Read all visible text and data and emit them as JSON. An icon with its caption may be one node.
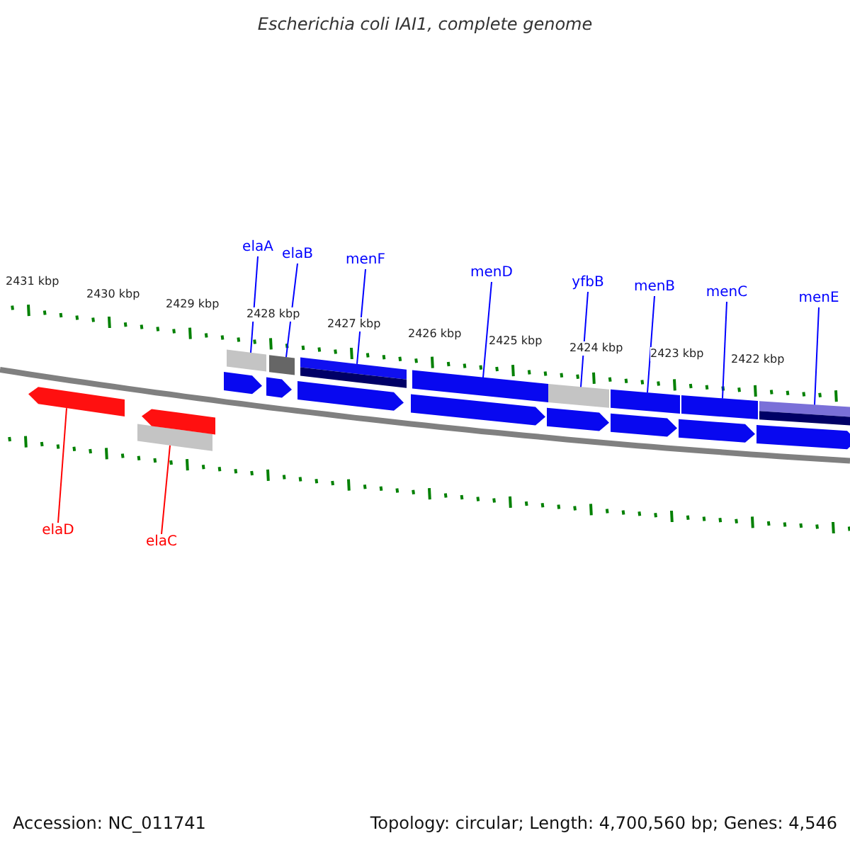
{
  "diagram": {
    "title": "Escherichia coli IAI1, complete genome",
    "nodes": [
      {
        "text": [
          "elaA"
        ]
      },
      {
        "text": [
          "elaB"
        ]
      },
      {
        "text": [
          "menF"
        ]
      },
      {
        "text": [
          "menD"
        ]
      },
      {
        "text": [
          "yfbB"
        ]
      },
      {
        "text": [
          "menB"
        ]
      },
      {
        "text": [
          "menC"
        ]
      },
      {
        "text": [
          "menE"
        ]
      },
      {
        "text": [
          "elaD"
        ]
      },
      {
        "text": [
          "elaC"
        ]
      },
      {
        "text": [],
        "shape": "arrow"
      },
      {
        "text": [],
        "shape": "bar"
      },
      {
        "text": [],
        "shape": "bar"
      },
      {
        "text": [],
        "shape": "bar"
      },
      {
        "text": [],
        "shape": "bar"
      },
      {
        "text": [],
        "shape": "bar"
      },
      {
        "text": [],
        "shape": "bar"
      },
      {
        "text": [],
        "shape": "bar"
      },
      {
        "text": [],
        "shape": "bar"
      },
      {
        "text": [],
        "shape": "bar"
      },
      {
        "text": [],
        "shape": "bar"
      },
      {
        "text": [],
        "shape": "bar"
      },
      {
        "text": [],
        "shape": "arrow"
      },
      {
        "text": [],
        "shape": "arrow"
      },
      {
        "text": [],
        "shape": "arrow"
      },
      {
        "text": [],
        "shape": "arrow"
      },
      {
        "text": [],
        "shape": "arrow"
      },
      {
        "text": [],
        "shape": "arrow"
      },
      {
        "text": [],
        "shape": "arrow"
      },
      {
        "text": [],
        "shape": "arrow"
      },
      {
        "text": [],
        "shape": "arrow"
      }
    ],
    "edges": [
      {
        "from": 0,
        "to": 12,
        "arrow": "none"
      },
      {
        "from": 1,
        "to": 13,
        "arrow": "none"
      },
      {
        "from": 2,
        "to": 14,
        "arrow": "none"
      },
      {
        "from": 3,
        "to": 15,
        "arrow": "none"
      },
      {
        "from": 4,
        "to": 16,
        "arrow": "none"
      },
      {
        "from": 5,
        "to": 17,
        "arrow": "none"
      },
      {
        "from": 6,
        "to": 18,
        "arrow": "none"
      },
      {
        "from": 7,
        "to": 19,
        "arrow": "none"
      },
      {
        "from": 8,
        "to": 10,
        "arrow": "none",
        "color": "#ff0000"
      },
      {
        "from": 9,
        "to": 11,
        "arrow": "none",
        "color": "#ff0000"
      }
    ],
    "labels": [
      "2431 kbp",
      "2430 kbp",
      "2429 kbp",
      "2428 kbp",
      "2427 kbp",
      "2426 kbp",
      "2425 kbp",
      "2424 kbp",
      "2423 kbp",
      "2422 kbp",
      "Accession: NC_011741",
      "Topology: circular; Length: 4,700,560 bp; Genes: 4,546"
    ]
  }
}
